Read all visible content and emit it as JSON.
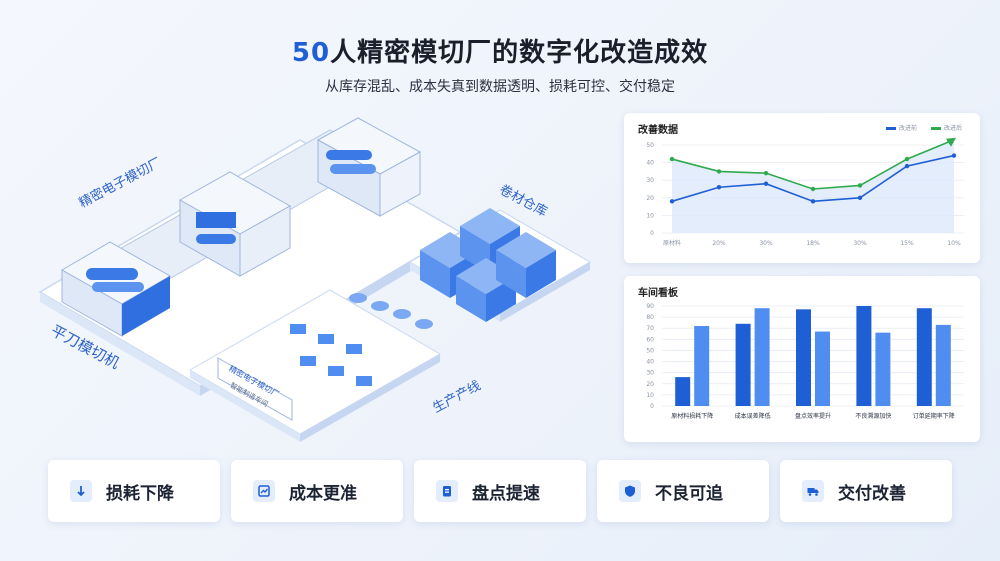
{
  "header": {
    "title_num": "50",
    "title_rest": "人精密模切厂的数字化改造成效",
    "subtitle": "从库存混乱、成本失真到数据透明、损耗可控、交付稳定"
  },
  "illustration": {
    "labels": {
      "factory": "精密电子模切厂",
      "warehouse": "卷材仓库",
      "machine": "平刀模切机",
      "line": "生产产线",
      "sign": "精密电子模切厂",
      "sign_sub": "智能制造车间"
    }
  },
  "line_panel": {
    "title": "改善数据",
    "legend": [
      "改进前",
      "改进后"
    ],
    "colors": {
      "before": "#1f5fd6",
      "after": "#2eaa4c"
    }
  },
  "bar_panel": {
    "title": "车间看板",
    "colors": {
      "dark": "#1f5fd6",
      "light": "#4f8ef0"
    }
  },
  "chart_data": [
    {
      "type": "line",
      "title": "改善数据",
      "categories": [
        "原材料",
        "20%",
        "30%",
        "18%",
        "30%",
        "15%",
        "10%"
      ],
      "ylim": [
        0,
        50
      ],
      "yticks": [
        0,
        10,
        20,
        30,
        40,
        50
      ],
      "series": [
        {
          "name": "改进前",
          "values": [
            18,
            26,
            28,
            18,
            20,
            38,
            44
          ]
        },
        {
          "name": "改进后",
          "values": [
            42,
            35,
            34,
            25,
            27,
            42,
            53
          ]
        }
      ],
      "grid": true,
      "legend": "top-right"
    },
    {
      "type": "bar",
      "title": "车间看板",
      "categories": [
        "原材料损耗下降",
        "成本误差降低",
        "盘点效率提升",
        "不良溯源加快",
        "订单延期率下降"
      ],
      "ylim": [
        0,
        90
      ],
      "yticks": [
        0,
        10,
        20,
        30,
        40,
        50,
        60,
        70,
        80,
        90
      ],
      "series": [
        {
          "name": "",
          "values": [
            26,
            74,
            87,
            90,
            88
          ]
        },
        {
          "name": "",
          "values": [
            72,
            88,
            67,
            66,
            73
          ]
        }
      ],
      "grid": true
    }
  ],
  "cards": [
    {
      "label": "损耗下降",
      "icon": "arrow-down-icon"
    },
    {
      "label": "成本更准",
      "icon": "chart-icon"
    },
    {
      "label": "盘点提速",
      "icon": "clipboard-icon"
    },
    {
      "label": "不良可追",
      "icon": "shield-icon"
    },
    {
      "label": "交付改善",
      "icon": "truck-icon"
    }
  ]
}
